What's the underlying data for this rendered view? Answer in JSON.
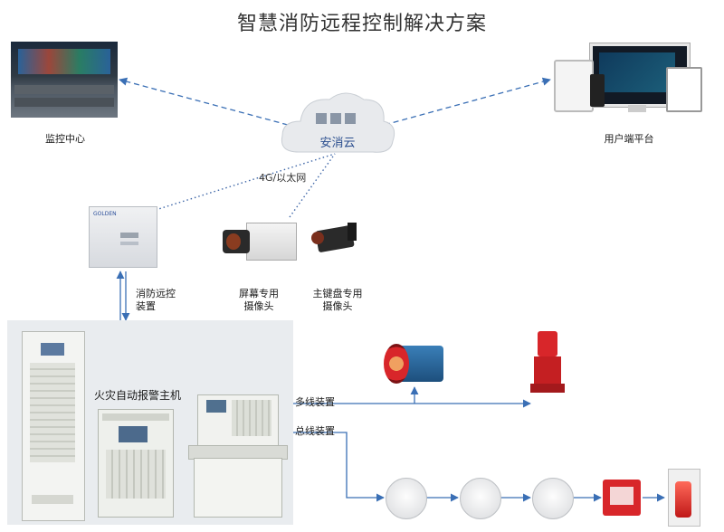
{
  "title": "智慧消防远程控制解决方案",
  "nodes": {
    "monitor_center": "监控中心",
    "cloud": "安消云",
    "user_platform": "用户端平台",
    "network": "4G/以太网",
    "remote_device": "消防远控装置",
    "remote_device_line1": "消防远控",
    "remote_device_line2": "装置",
    "screen_camera_line1": "屏幕专用",
    "screen_camera_line2": "摄像头",
    "keyboard_camera_line1": "主键盘专用",
    "keyboard_camera_line2": "摄像头",
    "alarm_host": "火灾自动报警主机",
    "multi_line": "多线装置",
    "bus_line": "总线装置",
    "device_brand": "GOLDEN"
  },
  "colors": {
    "arrow": "#3a6fb5",
    "dotted": "#3f67a8",
    "red_equipment": "#d8262a",
    "panel_bg": "#e9ecef"
  }
}
